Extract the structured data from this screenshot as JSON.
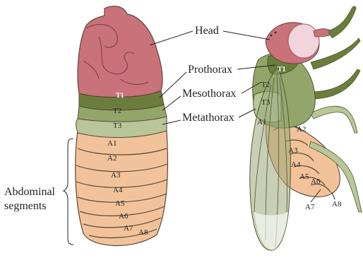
{
  "labels": {
    "head": "Head",
    "prothorax": "Prothorax",
    "mesothorax": "Mesothorax",
    "metathorax": "Metathorax",
    "abdominal_line1": "Abdominal",
    "abdominal_line2": "segments"
  },
  "larva_segments": {
    "t1": "T1",
    "t2": "T2",
    "t3": "T3",
    "a1": "A1",
    "a2": "A2",
    "a3": "A3",
    "a4": "A4",
    "a5": "A5",
    "a6": "A6",
    "a7": "A7",
    "a8": "A8"
  },
  "fly_segments": {
    "t1": "T1",
    "t2": "T2",
    "t3": "T3",
    "a1": "A1",
    "a2": "A2",
    "a3": "A3",
    "a4": "A4",
    "a5": "A5",
    "a6": "A6",
    "a7": "A7",
    "a8": "A8"
  },
  "colors": {
    "head": "#c9727a",
    "head_dark": "#a5565e",
    "t1": "#6b7d3c",
    "t2": "#93a66a",
    "t3": "#b8c69a",
    "abdomen": "#f2c39a",
    "abdomen_line": "#5a4636",
    "wing": "#9aa87a",
    "leg": "#6b7d3c",
    "eye": "#f2d5dc"
  }
}
